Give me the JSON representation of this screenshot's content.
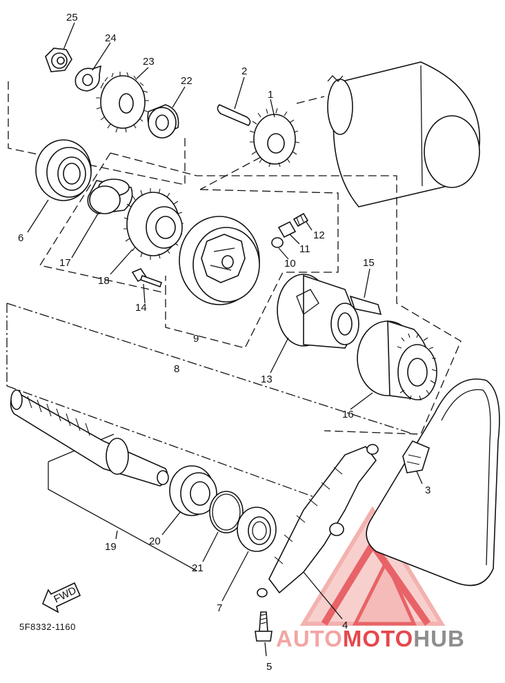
{
  "diagram": {
    "part_code": "5F8332-1160",
    "fwd_label": "FWD",
    "callouts": [
      "1",
      "2",
      "3",
      "4",
      "5",
      "6",
      "7",
      "8",
      "9",
      "10",
      "11",
      "12",
      "13",
      "14",
      "15",
      "16",
      "17",
      "18",
      "19",
      "20",
      "21",
      "22",
      "23",
      "24",
      "25"
    ]
  },
  "watermark": {
    "brand_part1": "AUTO",
    "brand_part2": "MOTO",
    "brand_part3": "HUB",
    "colors": {
      "red": "#e5484d",
      "pink": "#f2a5a2",
      "gray": "#8e8e8e"
    }
  }
}
